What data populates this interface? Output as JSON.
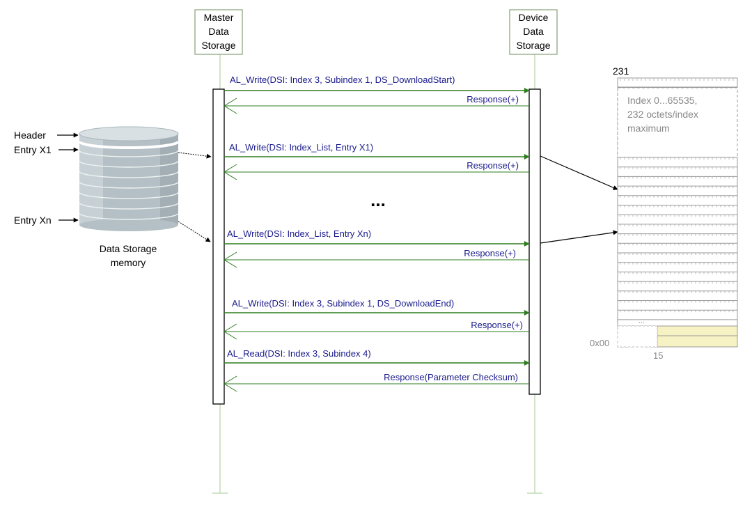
{
  "participants": {
    "master": [
      "Master",
      "Data",
      "Storage"
    ],
    "device": [
      "Device",
      "Data",
      "Storage"
    ]
  },
  "messages": [
    "AL_Write(DSI: Index 3, Subindex 1, DS_DownloadStart)",
    "Response(+)",
    "AL_Write(DSI: Index_List, Entry X1)",
    "Response(+)",
    "AL_Write(DSI: Index_List, Entry Xn)",
    "Response(+)",
    "AL_Write(DSI: Index 3, Subindex 1, DS_DownloadEnd)",
    "Response(+)",
    "AL_Read(DSI: Index 3, Subindex 4)",
    "Response(Parameter Checksum)"
  ],
  "ellipsis": "...",
  "storage": {
    "labels": {
      "header": "Header",
      "entry_x1": "Entry X1",
      "entry_xn": "Entry Xn"
    },
    "caption": [
      "Data Storage",
      "memory"
    ]
  },
  "memory_map": {
    "top_label": "231",
    "note": [
      "Index 0...65535,",
      "232 octets/index",
      "maximum"
    ],
    "bottom_left": "0x00",
    "bottom_right": "15",
    "inner_ellipsis": "...",
    "highlight_color": "#f7f2c4"
  },
  "colors": {
    "arrow": "#2e7d1f",
    "message_text": "#1a1a8c",
    "lifeline": "#b5d3a6"
  }
}
